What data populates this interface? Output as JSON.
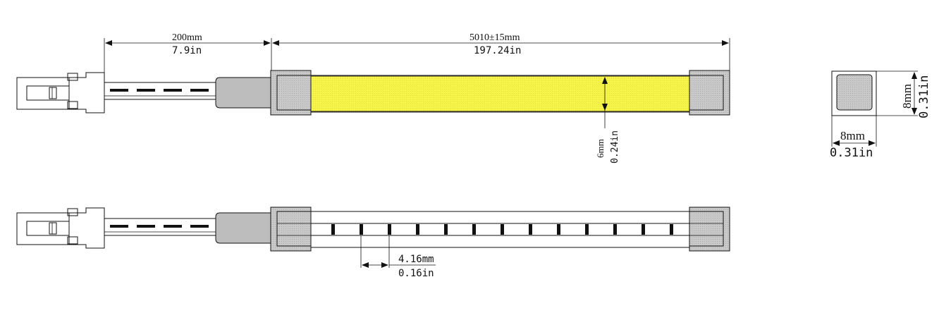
{
  "dimensions": {
    "cable_length_mm": "200mm",
    "cable_length_in": "7.9in",
    "strip_length_mm": "5010±15mm",
    "strip_length_in": "197.24in",
    "strip_width_mm": "6mm",
    "strip_width_in": "0.24in",
    "led_pitch_mm": "4.16mm",
    "led_pitch_in": "0.16in",
    "section_height_mm": "8mm",
    "section_height_in": "0.31in",
    "section_width_mm": "8mm",
    "section_width_in": "0.31in"
  },
  "colors": {
    "emitter_yellow": "#f6f34a",
    "end_cap_gray": "#c8c8c8",
    "sleeve_gray": "#bdbdbd"
  }
}
